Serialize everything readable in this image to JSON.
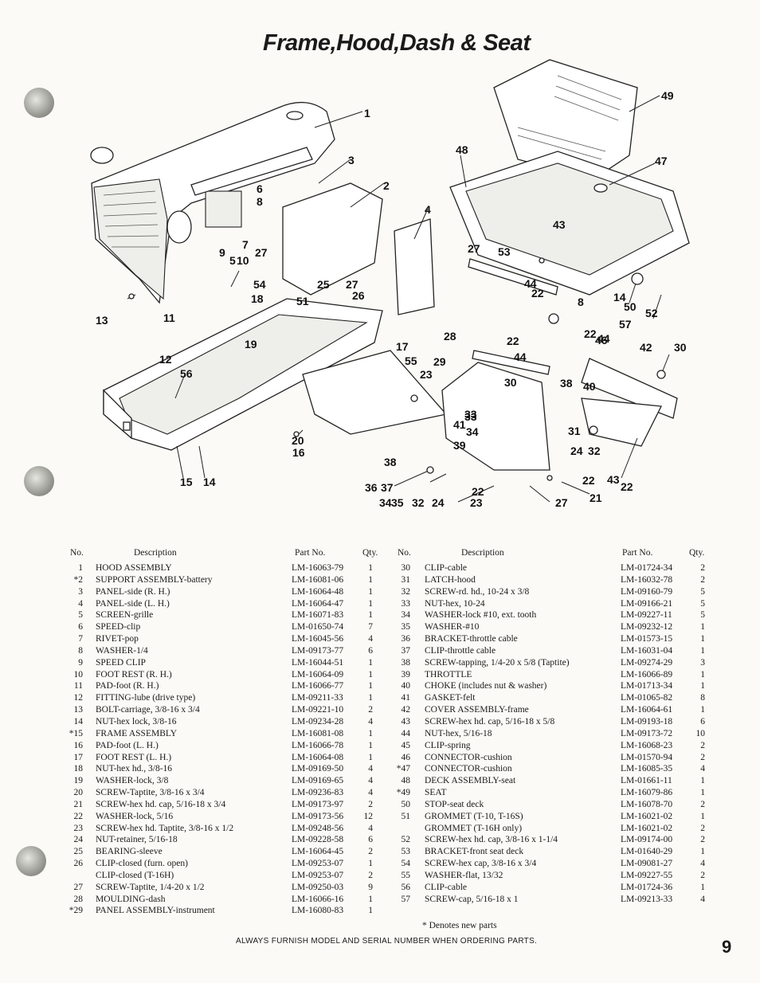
{
  "page": {
    "title": "Frame,Hood,Dash & Seat",
    "page_number": "9",
    "footnote": "* Denotes new parts",
    "footer": "ALWAYS FURNISH MODEL AND SERIAL NUMBER WHEN ORDERING PARTS."
  },
  "table_headers": {
    "no": "No.",
    "description": "Description",
    "part_no": "Part No.",
    "qty": "Qty."
  },
  "callouts": [
    "1",
    "2",
    "3",
    "4",
    "6",
    "8",
    "7",
    "9",
    "5",
    "10",
    "27",
    "54",
    "18",
    "25",
    "51",
    "27",
    "26",
    "13",
    "11",
    "12",
    "19",
    "56",
    "17",
    "55",
    "23",
    "20",
    "16",
    "15",
    "14",
    "48",
    "49",
    "47",
    "43",
    "27",
    "53",
    "44",
    "22",
    "8",
    "14",
    "50",
    "52",
    "57",
    "22",
    "46",
    "44",
    "28",
    "22",
    "44",
    "42",
    "30",
    "29",
    "30",
    "38",
    "40",
    "33",
    "41",
    "34",
    "39",
    "31",
    "24",
    "32",
    "38",
    "33",
    "36",
    "37",
    "34",
    "35",
    "32",
    "24",
    "22",
    "23",
    "27",
    "21",
    "22",
    "43",
    "22"
  ],
  "parts_left": [
    {
      "no": "1",
      "desc": "HOOD ASSEMBLY",
      "part": "LM-16063-79",
      "qty": "1"
    },
    {
      "no": "*2",
      "desc": "SUPPORT ASSEMBLY-battery",
      "part": "LM-16081-06",
      "qty": "1"
    },
    {
      "no": "3",
      "desc": "PANEL-side (R. H.)",
      "part": "LM-16064-48",
      "qty": "1"
    },
    {
      "no": "4",
      "desc": "PANEL-side (L. H.)",
      "part": "LM-16064-47",
      "qty": "1"
    },
    {
      "no": "5",
      "desc": "SCREEN-grille",
      "part": "LM-16071-83",
      "qty": "1"
    },
    {
      "no": "6",
      "desc": "SPEED-clip",
      "part": "LM-01650-74",
      "qty": "7"
    },
    {
      "no": "7",
      "desc": "RIVET-pop",
      "part": "LM-16045-56",
      "qty": "4"
    },
    {
      "no": "8",
      "desc": "WASHER-1/4",
      "part": "LM-09173-77",
      "qty": "6"
    },
    {
      "no": "9",
      "desc": "SPEED CLIP",
      "part": "LM-16044-51",
      "qty": "1"
    },
    {
      "no": "10",
      "desc": "FOOT REST (R. H.)",
      "part": "LM-16064-09",
      "qty": "1"
    },
    {
      "no": "11",
      "desc": "PAD-foot (R. H.)",
      "part": "LM-16066-77",
      "qty": "1"
    },
    {
      "no": "12",
      "desc": "FITTING-lube (drive type)",
      "part": "LM-09211-33",
      "qty": "1"
    },
    {
      "no": "13",
      "desc": "BOLT-carriage, 3/8-16 x 3/4",
      "part": "LM-09221-10",
      "qty": "2"
    },
    {
      "no": "14",
      "desc": "NUT-hex lock, 3/8-16",
      "part": "LM-09234-28",
      "qty": "4"
    },
    {
      "no": "*15",
      "desc": "FRAME ASSEMBLY",
      "part": "LM-16081-08",
      "qty": "1"
    },
    {
      "no": "16",
      "desc": "PAD-foot (L. H.)",
      "part": "LM-16066-78",
      "qty": "1"
    },
    {
      "no": "17",
      "desc": "FOOT REST (L. H.)",
      "part": "LM-16064-08",
      "qty": "1"
    },
    {
      "no": "18",
      "desc": "NUT-hex hd., 3/8-16",
      "part": "LM-09169-50",
      "qty": "4"
    },
    {
      "no": "19",
      "desc": "WASHER-lock, 3/8",
      "part": "LM-09169-65",
      "qty": "4"
    },
    {
      "no": "20",
      "desc": "SCREW-Taptite, 3/8-16 x 3/4",
      "part": "LM-09236-83",
      "qty": "4"
    },
    {
      "no": "21",
      "desc": "SCREW-hex hd. cap, 5/16-18 x 3/4",
      "part": "LM-09173-97",
      "qty": "2"
    },
    {
      "no": "22",
      "desc": "WASHER-lock, 5/16",
      "part": "LM-09173-56",
      "qty": "12"
    },
    {
      "no": "23",
      "desc": "SCREW-hex hd. Taptite, 3/8-16 x 1/2",
      "part": "LM-09248-56",
      "qty": "4"
    },
    {
      "no": "24",
      "desc": "NUT-retainer, 5/16-18",
      "part": "LM-09228-58",
      "qty": "6"
    },
    {
      "no": "25",
      "desc": "BEARING-sleeve",
      "part": "LM-16064-45",
      "qty": "2"
    },
    {
      "no": "26",
      "desc": "CLIP-closed (furn. open)",
      "part": "LM-09253-07",
      "qty": "1"
    },
    {
      "no": "",
      "desc": "CLIP-closed (T-16H)",
      "part": "LM-09253-07",
      "qty": "2"
    },
    {
      "no": "27",
      "desc": "SCREW-Taptite, 1/4-20 x 1/2",
      "part": "LM-09250-03",
      "qty": "9"
    },
    {
      "no": "28",
      "desc": "MOULDING-dash",
      "part": "LM-16066-16",
      "qty": "1"
    },
    {
      "no": "*29",
      "desc": "PANEL ASSEMBLY-instrument",
      "part": "LM-16080-83",
      "qty": "1"
    }
  ],
  "parts_right": [
    {
      "no": "30",
      "desc": "CLIP-cable",
      "part": "LM-01724-34",
      "qty": "2"
    },
    {
      "no": "31",
      "desc": "LATCH-hood",
      "part": "LM-16032-78",
      "qty": "2"
    },
    {
      "no": "32",
      "desc": "SCREW-rd. hd., 10-24 x 3/8",
      "part": "LM-09160-79",
      "qty": "5"
    },
    {
      "no": "33",
      "desc": "NUT-hex, 10-24",
      "part": "LM-09166-21",
      "qty": "5"
    },
    {
      "no": "34",
      "desc": "WASHER-lock #10, ext. tooth",
      "part": "LM-09227-11",
      "qty": "5"
    },
    {
      "no": "35",
      "desc": "WASHER-#10",
      "part": "LM-09232-12",
      "qty": "1"
    },
    {
      "no": "36",
      "desc": "BRACKET-throttle cable",
      "part": "LM-01573-15",
      "qty": "1"
    },
    {
      "no": "37",
      "desc": "CLIP-throttle cable",
      "part": "LM-16031-04",
      "qty": "1"
    },
    {
      "no": "38",
      "desc": "SCREW-tapping, 1/4-20 x 5/8 (Taptite)",
      "part": "LM-09274-29",
      "qty": "3"
    },
    {
      "no": "39",
      "desc": "THROTTLE",
      "part": "LM-16066-89",
      "qty": "1"
    },
    {
      "no": "40",
      "desc": "CHOKE (includes nut & washer)",
      "part": "LM-01713-34",
      "qty": "1"
    },
    {
      "no": "41",
      "desc": "GASKET-felt",
      "part": "LM-01065-82",
      "qty": "8"
    },
    {
      "no": "42",
      "desc": "COVER ASSEMBLY-frame",
      "part": "LM-16064-61",
      "qty": "1"
    },
    {
      "no": "43",
      "desc": "SCREW-hex hd. cap, 5/16-18 x 5/8",
      "part": "LM-09193-18",
      "qty": "6"
    },
    {
      "no": "44",
      "desc": "NUT-hex, 5/16-18",
      "part": "LM-09173-72",
      "qty": "10"
    },
    {
      "no": "45",
      "desc": "CLIP-spring",
      "part": "LM-16068-23",
      "qty": "2"
    },
    {
      "no": "46",
      "desc": "CONNECTOR-cushion",
      "part": "LM-01570-94",
      "qty": "2"
    },
    {
      "no": "*47",
      "desc": "CONNECTOR-cushion",
      "part": "LM-16085-35",
      "qty": "4"
    },
    {
      "no": "48",
      "desc": "DECK ASSEMBLY-seat",
      "part": "LM-01661-11",
      "qty": "1"
    },
    {
      "no": "*49",
      "desc": "SEAT",
      "part": "LM-16079-86",
      "qty": "1"
    },
    {
      "no": "50",
      "desc": "STOP-seat deck",
      "part": "LM-16078-70",
      "qty": "2"
    },
    {
      "no": "51",
      "desc": "GROMMET (T-10, T-16S)",
      "part": "LM-16021-02",
      "qty": "1"
    },
    {
      "no": "",
      "desc": "GROMMET (T-16H only)",
      "part": "LM-16021-02",
      "qty": "2"
    },
    {
      "no": "52",
      "desc": "SCREW-hex hd. cap, 3/8-16 x 1-1/4",
      "part": "LM-09174-00",
      "qty": "2"
    },
    {
      "no": "53",
      "desc": "BRACKET-front seat deck",
      "part": "LM-01640-29",
      "qty": "1"
    },
    {
      "no": "54",
      "desc": "SCREW-hex cap, 3/8-16 x 3/4",
      "part": "LM-09081-27",
      "qty": "4"
    },
    {
      "no": "55",
      "desc": "WASHER-flat, 13/32",
      "part": "LM-09227-55",
      "qty": "2"
    },
    {
      "no": "56",
      "desc": "CLIP-cable",
      "part": "LM-01724-36",
      "qty": "1"
    },
    {
      "no": "57",
      "desc": "SCREW-cap, 5/16-18 x 1",
      "part": "LM-09213-33",
      "qty": "4"
    }
  ]
}
